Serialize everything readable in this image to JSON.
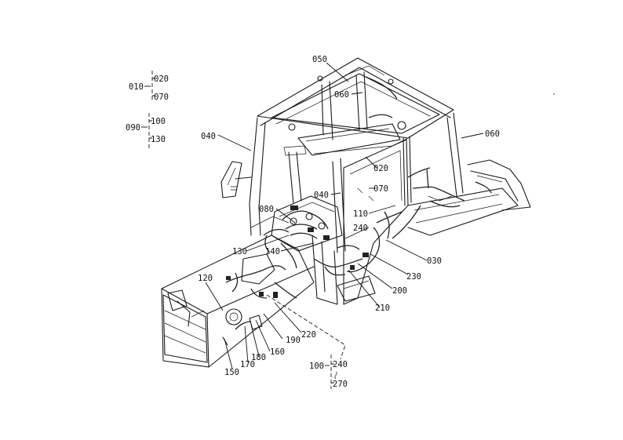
{
  "part_labels": {
    "p050": "050",
    "p060a": "060",
    "p060b": "060",
    "p040a": "040",
    "p040b": "040",
    "p020": "020",
    "p070": "070",
    "p080": "080",
    "p110": "110",
    "p240": "240",
    "p130": "130",
    "p140": "140",
    "p030": "030",
    "p230": "230",
    "p200": "200",
    "p210": "210",
    "p120": "120",
    "p220": "220",
    "p190": "190",
    "p160": "160",
    "p180": "180",
    "p170": "170",
    "p150": "150"
  },
  "range_groups": {
    "g1": {
      "from": "010",
      "a": "020",
      "b": "070"
    },
    "g2": {
      "from": "090",
      "a": "100",
      "b": "130"
    },
    "g3": {
      "from": "100",
      "a": "240",
      "b": "270"
    }
  }
}
